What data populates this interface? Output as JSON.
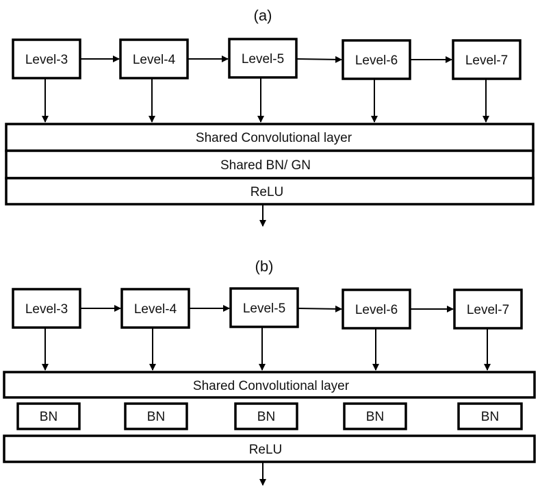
{
  "panel_a": {
    "caption": "(a)",
    "levels": [
      "Level-3",
      "Level-4",
      "Level-5",
      "Level-6",
      "Level-7"
    ],
    "layers": [
      "Shared Convolutional layer",
      "Shared BN/ GN",
      "ReLU"
    ]
  },
  "panel_b": {
    "caption": "(b)",
    "levels": [
      "Level-3",
      "Level-4",
      "Level-5",
      "Level-6",
      "Level-7"
    ],
    "conv_label": "Shared Convolutional layer",
    "bn_labels": [
      "BN",
      "BN",
      "BN",
      "BN",
      "BN"
    ],
    "relu_label": "ReLU"
  }
}
